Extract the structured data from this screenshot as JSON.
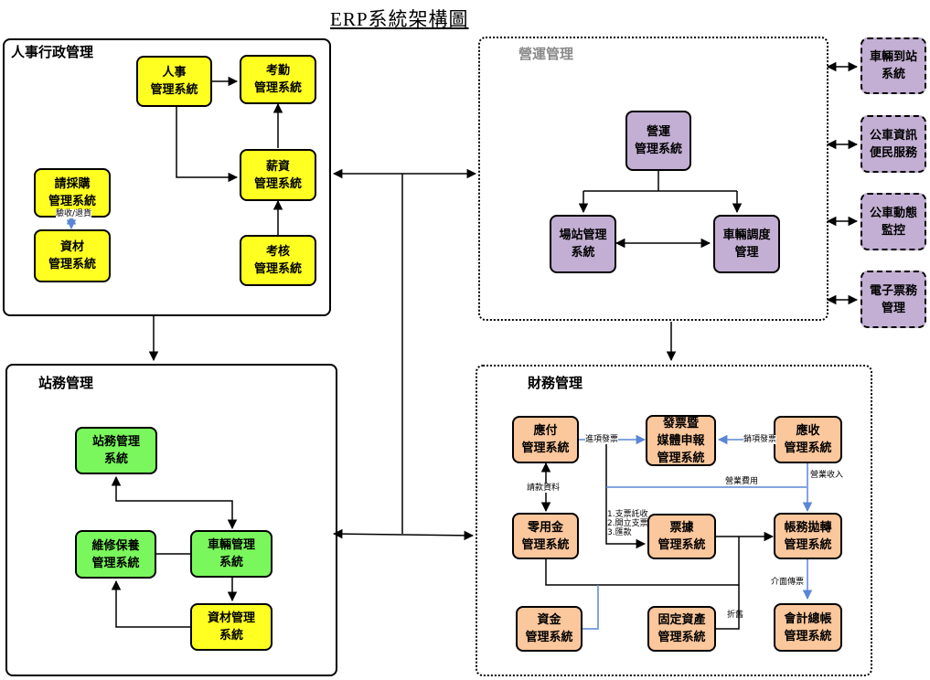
{
  "title": "ERP系統架構圖",
  "groups": {
    "hr": "人事行政管理",
    "ops": "營運管理",
    "station": "站務管理",
    "finance": "財務管理"
  },
  "boxes": {
    "hr_system": "人事\n管理系統",
    "attendance": "考勤\n管理系統",
    "salary": "薪資\n管理系統",
    "purchase": "請採購\n管理系統",
    "material_hr": "資材\n管理系統",
    "assessment": "考核\n管理系統",
    "ops_system": "營運\n管理系統",
    "depot": "場站管理\n系統",
    "dispatch": "車輛調度\n管理",
    "ext_arrival": "車輛到站\n系統",
    "ext_bus_info": "公車資訊\n便民服務",
    "ext_monitor": "公車動態\n監控",
    "ext_ticket": "電子票務\n管理",
    "station_system": "站務管理\n系統",
    "maintenance": "維修保養\n管理系統",
    "vehicle": "車輛管理\n系統",
    "material_station": "資材管理\n系統",
    "payable": "應付\n管理系統",
    "invoice": "發票暨\n媒體申報\n管理系統",
    "receivable": "應收\n管理系統",
    "petty_cash": "零用金\n管理系統",
    "notes": "票據\n管理系統",
    "ledger_transfer": "帳務拋轉\n管理系統",
    "funds": "資金\n管理系統",
    "fixed_assets": "固定資產\n管理系統",
    "accounting": "會計總帳\n管理系統"
  },
  "labels": {
    "acceptance": "驗收/退貨",
    "input_invoice": "進項發票",
    "output_invoice": "銷項發票",
    "payment_info": "請款資料",
    "operating_expense": "營業費用",
    "operating_income": "營業收入",
    "notes_list": "1.支票託收\n2.開立支票\n3.匯款",
    "interface": "介面傳票",
    "depreciation": "折舊"
  },
  "colors": {
    "hr_box": "#ffff22",
    "station_box": "#7af75c",
    "ops_box": "#c3afd3",
    "finance_box": "#fbc79c",
    "blue_arrow": "#5b86d6"
  }
}
